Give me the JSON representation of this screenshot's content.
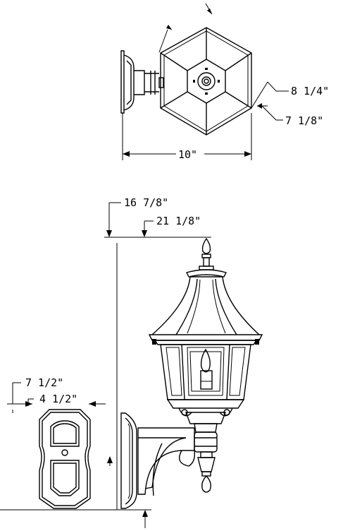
{
  "top_view": {
    "width_label": "10\"",
    "dim_a_label": "8 1/4\"",
    "dim_b_label": "7 1/8\""
  },
  "side_view": {
    "height_a_label": "16 7/8\"",
    "height_b_label": "21 1/8\""
  },
  "backplate_view": {
    "width_a_label": "7 1/2\"",
    "width_b_label": "4 1/2\""
  }
}
